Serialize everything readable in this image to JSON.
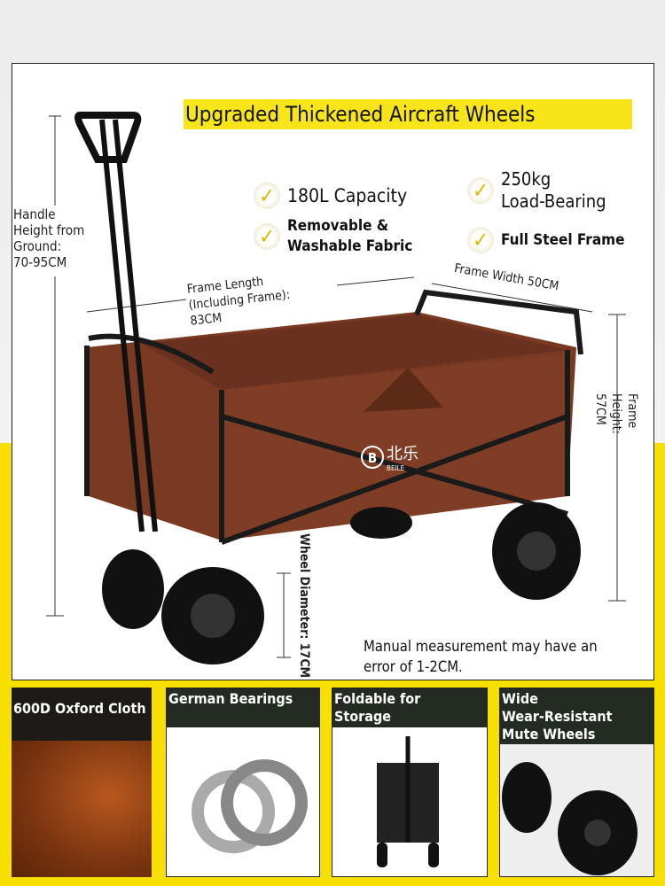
{
  "title": "Upgraded Thickened Aircraft Wheels",
  "features": [
    {
      "icon": "check-icon",
      "text": "180L Capacity"
    },
    {
      "icon": "check-icon",
      "text": "250kg\nLoad-Bearing"
    },
    {
      "icon": "check-icon",
      "text": "Removable &\nWashable Fabric"
    },
    {
      "icon": "check-icon",
      "text": "Full Steel Frame"
    }
  ],
  "dimensions": {
    "handle": "Handle\nHeight from\nGround:\n70-95CM",
    "length": "Frame Length\n(Including Frame):\n83CM",
    "width": "Frame Width 50CM",
    "height": "Frame Height:\n57CM",
    "wheel": "Wheel Diameter: 17CM"
  },
  "brand": {
    "cn": "北乐",
    "en": "BEILE",
    "logo_letter": "B"
  },
  "note": "Manual measurement may have an\nerror of 1-2CM.",
  "cards": [
    {
      "label": "600D Oxford Cloth"
    },
    {
      "label": "German Bearings"
    },
    {
      "label": "Foldable for\nStorage"
    },
    {
      "label": "Wide\nWear-Resistant\nMute Wheels"
    }
  ],
  "colors": {
    "accent": "#f7e000",
    "fabric": "#7a3a22",
    "frame": "#1a1a1a",
    "card_header": "#232b22"
  }
}
